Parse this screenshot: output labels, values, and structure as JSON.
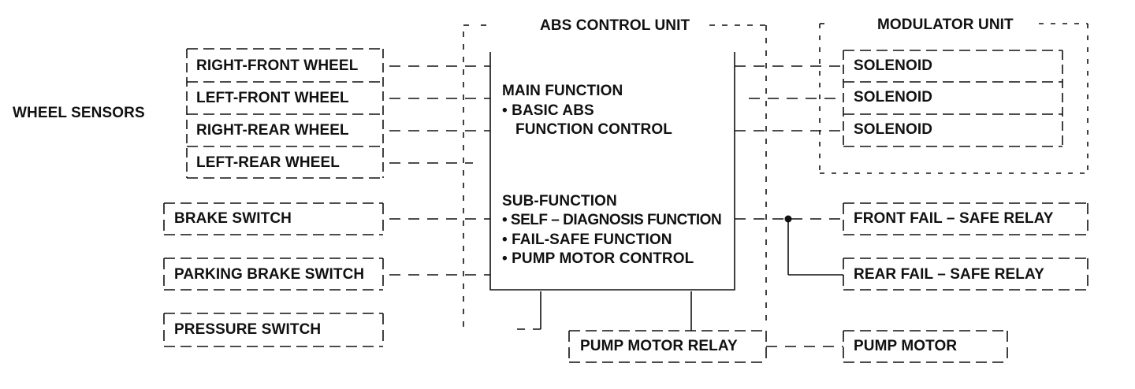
{
  "wheel_sensors": {
    "group_label": "WHEEL SENSORS",
    "items": [
      "RIGHT-FRONT WHEEL",
      "LEFT-FRONT WHEEL",
      "RIGHT-REAR WHEEL",
      "LEFT-REAR WHEEL"
    ]
  },
  "inputs": {
    "brake_switch": "BRAKE SWITCH",
    "parking_brake_switch": "PARKING BRAKE SWITCH",
    "pressure_switch": "PRESSURE SWITCH"
  },
  "abs_control_unit": {
    "title": "ABS CONTROL UNIT",
    "main_function": {
      "heading": "MAIN FUNCTION",
      "line1": "• BASIC ABS",
      "line2": "FUNCTION CONTROL"
    },
    "sub_function": {
      "heading": "SUB-FUNCTION",
      "items": [
        "• SELF – DIAGNOSIS FUNCTION",
        "• FAIL-SAFE FUNCTION",
        "• PUMP MOTOR CONTROL"
      ]
    }
  },
  "modulator_unit": {
    "title": "MODULATOR UNIT",
    "solenoids": [
      "SOLENOID",
      "SOLENOID",
      "SOLENOID"
    ]
  },
  "relays": {
    "front_fail_safe": "FRONT FAIL – SAFE RELAY",
    "rear_fail_safe": "REAR FAIL – SAFE RELAY",
    "pump_motor_relay": "PUMP MOTOR RELAY"
  },
  "pump_motor": "PUMP MOTOR"
}
